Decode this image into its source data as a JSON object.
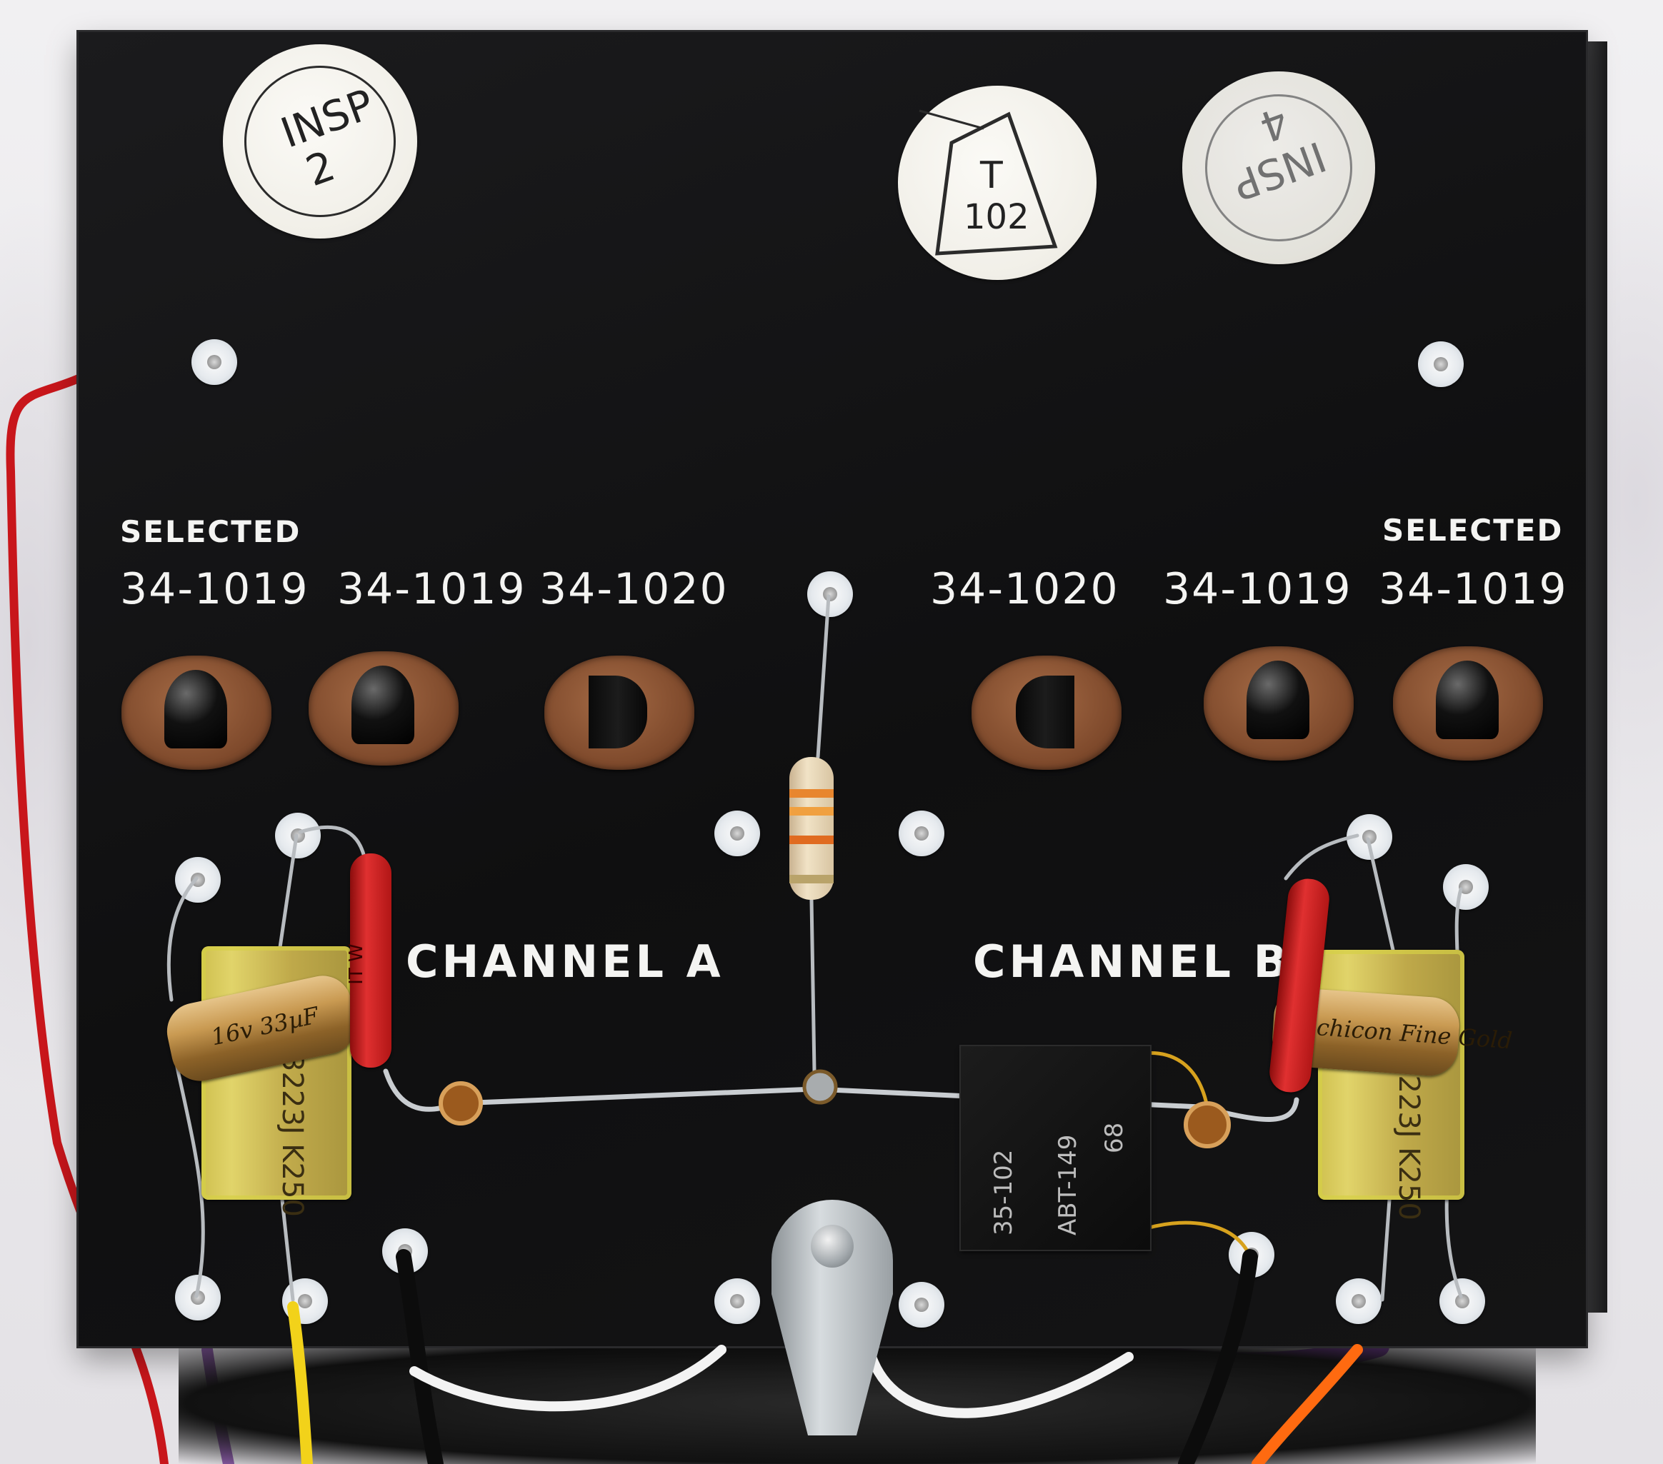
{
  "stickers": [
    {
      "id": "insp2",
      "text_a": "INSP",
      "text_b": "2"
    },
    {
      "id": "t102",
      "text_a": "T",
      "text_b": "102"
    },
    {
      "id": "insp4",
      "text_a": "INSP",
      "text_b": "4"
    }
  ],
  "labels": {
    "selected_left": "SELECTED",
    "selected_right": "SELECTED",
    "parts": [
      "34-1019",
      "34-1019",
      "34-1020",
      "34-1020",
      "34-1019",
      "34-1019"
    ],
    "channel_a": "CHANNEL A",
    "channel_b": "CHANNEL B"
  },
  "components": {
    "film_cap_left": "3223J K250",
    "film_cap_right": "3223J K250",
    "elec_cap_left": "16v 33µF",
    "elec_cap_right": "nichicon Fine Gold",
    "bridge_line1": "35-102",
    "bridge_line2": "ABT-149",
    "bridge_line3": "68"
  },
  "colors": {
    "panel": "#111112",
    "silkscreen": "#f4f4f2",
    "socket": "#8a5533",
    "wire_red": "#d11c1c",
    "wire_yellow": "#f2d21a",
    "wire_orange": "#ff6a10",
    "wire_black": "#0c0c0c",
    "wire_white": "#f3f3f3",
    "wire_purple": "#8a55b0"
  }
}
